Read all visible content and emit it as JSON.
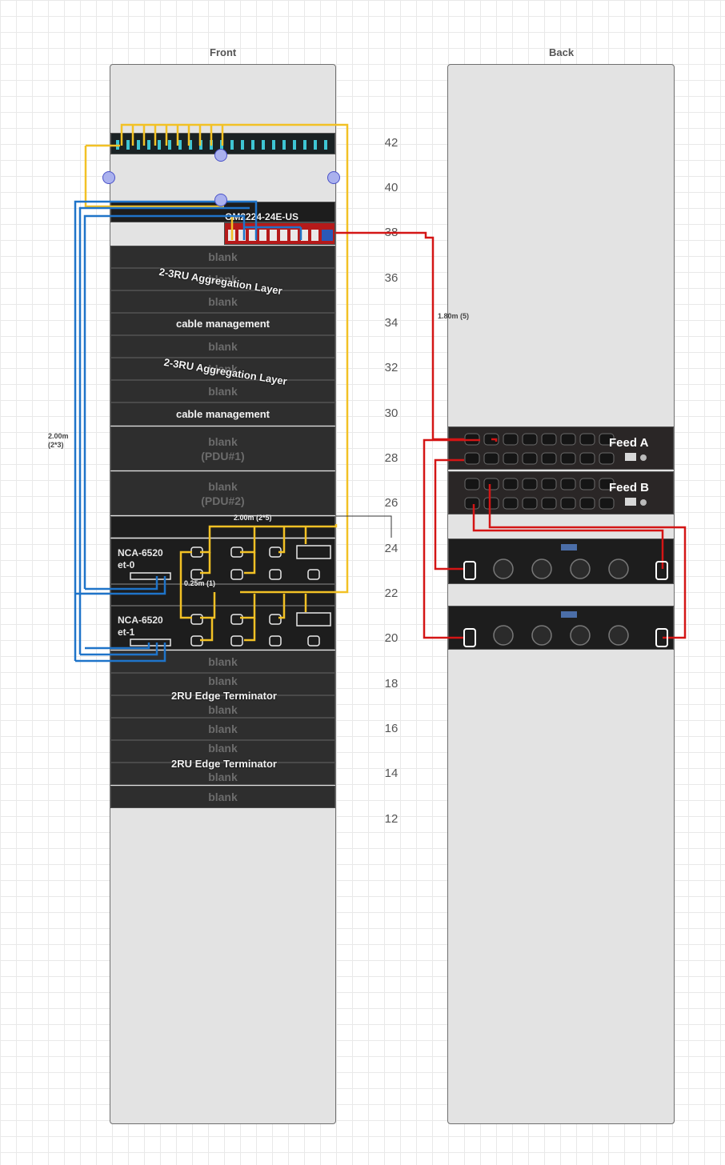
{
  "racks": {
    "front_title": "Front",
    "back_title": "Back"
  },
  "ru_labels": [
    "42",
    "40",
    "38",
    "36",
    "34",
    "32",
    "30",
    "28",
    "26",
    "24",
    "22",
    "20",
    "18",
    "16",
    "14",
    "12"
  ],
  "front_units": {
    "patch_panel": "",
    "switch_label": "OM2224-24E-US",
    "blank": "blank",
    "aggregation_1": "2-3RU Aggregation Layer",
    "aggregation_2": "2-3RU Aggregation Layer",
    "cable_mgmt_1": "cable management",
    "cable_mgmt_2": "cable management",
    "pdu1_blank": "blank",
    "pdu1_tag": "(PDU#1)",
    "pdu2_blank": "blank",
    "pdu2_tag": "(PDU#2)",
    "nca_0_line1": "NCA-6520",
    "nca_0_line2": "et-0",
    "nca_1_line1": "NCA-6520",
    "nca_1_line2": "et-1",
    "edge_1": "2RU Edge Terminator",
    "edge_2": "2RU Edge Terminator"
  },
  "back_units": {
    "feed_a": "Feed A",
    "feed_b": "Feed B"
  },
  "cable_notes": {
    "power_length": "1.80m (5)",
    "blue_length_1": "2.00m",
    "blue_length_2": "(2*3)",
    "yellow_length": "2.00m (2*5)",
    "short_length": "0.25m (1)"
  },
  "colors": {
    "yellow_cable": "#f2c125",
    "blue_cable": "#1f74c9",
    "red_cable": "#d41515",
    "blank_panel": "#2e2e2e",
    "rack_fill": "#e3e3e3"
  }
}
